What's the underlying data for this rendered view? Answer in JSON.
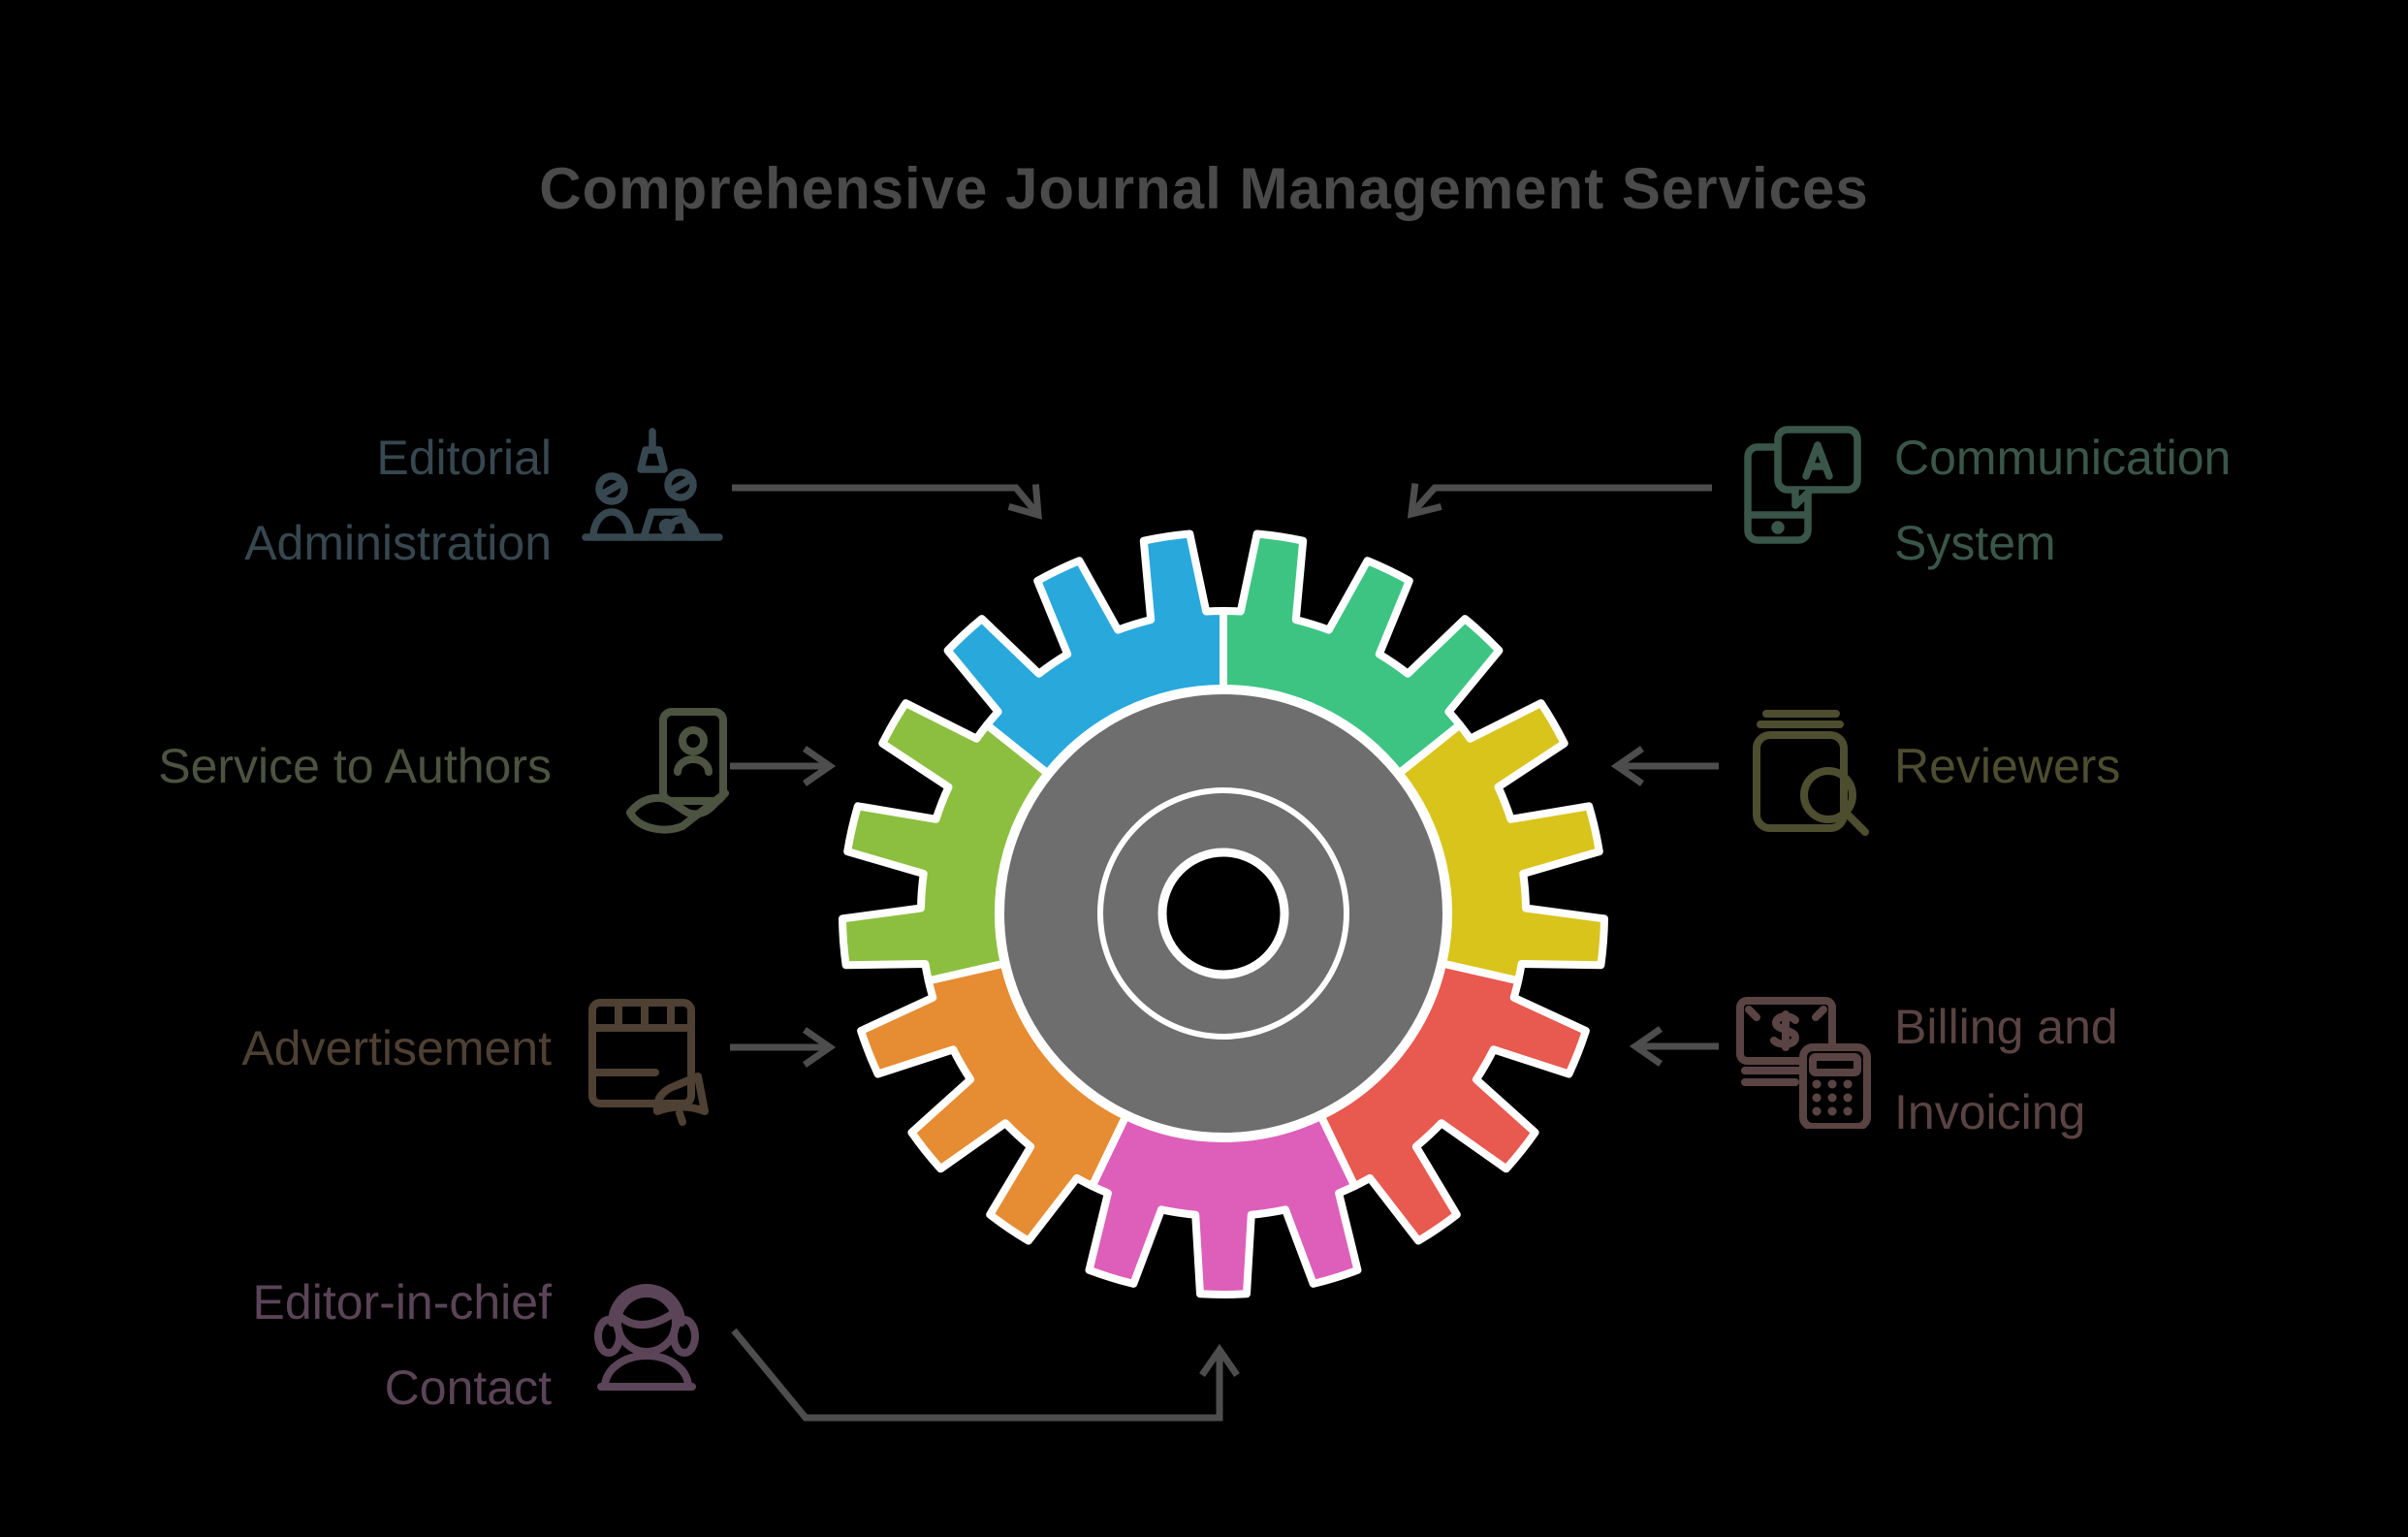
{
  "title": "Comprehensive Journal Management Services",
  "colors": {
    "background": "#000000",
    "title": "#4A4A4A",
    "connector": "#4D4D4D",
    "gear_hub": "#6E6E6E",
    "gear_outline": "#FFFFFF"
  },
  "gear": {
    "type": "gear-wheel",
    "teeth_per_segment": 3,
    "segments_clockwise_from_top": [
      {
        "service": "Communication System",
        "color": "#3DC483"
      },
      {
        "service": "Reviewers",
        "color": "#D9C41C"
      },
      {
        "service": "Billing and Invoicing",
        "color": "#E8594F"
      },
      {
        "service": "Editor-in-chief Contact",
        "color": "#DD5FBA"
      },
      {
        "service": "Advertisement",
        "color": "#E68C32"
      },
      {
        "service": "Service to Authors",
        "color": "#8CBF3F"
      },
      {
        "service": "Editorial Administration",
        "color": "#29A8DC"
      }
    ]
  },
  "services": [
    {
      "label": "Editorial Administration",
      "lines": [
        "Editorial",
        "Administration"
      ],
      "color": "#37474F",
      "icon": "people-at-desk",
      "side": "left"
    },
    {
      "label": "Service to Authors",
      "lines": [
        "Service to Authors"
      ],
      "color": "#4C5340",
      "icon": "hand-id-card",
      "side": "left"
    },
    {
      "label": "Advertisement",
      "lines": [
        "Advertisement"
      ],
      "color": "#4E4033",
      "icon": "banner-megaphone",
      "side": "left"
    },
    {
      "label": "Editor-in-chief Contact",
      "lines": [
        "Editor-in-chief",
        "Contact"
      ],
      "color": "#5B4457",
      "icon": "support-headset",
      "side": "left"
    },
    {
      "label": "Communication System",
      "lines": [
        "Communication",
        "System"
      ],
      "color": "#3A564A",
      "icon": "phone-chat",
      "side": "right"
    },
    {
      "label": "Reviewers",
      "lines": [
        "Reviewers"
      ],
      "color": "#4D4D30",
      "icon": "book-magnifier",
      "side": "right"
    },
    {
      "label": "Billing and Invoicing",
      "lines": [
        "Billing and",
        "Invoicing"
      ],
      "color": "#5A4343",
      "icon": "money-calculator",
      "side": "right"
    }
  ]
}
